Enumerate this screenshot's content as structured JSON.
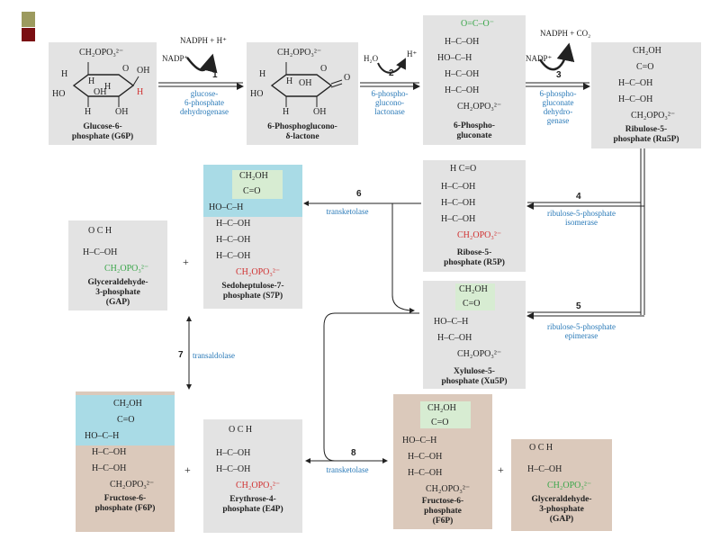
{
  "molecules": {
    "g6p": {
      "name": "Glucose-6-\nphosphate (G6P)",
      "atoms": [
        "CH₂OPO₃²⁻",
        "O",
        "H",
        "H",
        "OH",
        "H",
        "OH",
        "HO",
        "H",
        "OH",
        "H"
      ]
    },
    "lactone": {
      "name": "6-Phosphoglucono-\nδ-lactone",
      "atoms": [
        "CH₂OPO₃²⁻",
        "O",
        "O",
        "H",
        "OH",
        "H",
        "HO",
        "H",
        "OH"
      ]
    },
    "gluconate": {
      "name": "6-Phospho-\ngluconate",
      "lines": [
        "O=C–O⁻",
        "H–C–OH",
        "HO–C–H",
        "H–C–OH",
        "H–C–OH",
        "CH₂OPO₃²⁻"
      ]
    },
    "ru5p": {
      "name": "Ribulose-5-\nphosphate (Ru5P)",
      "lines": [
        "CH₂OH",
        "C=O",
        "H–C–OH",
        "H–C–OH",
        "CH₂OPO₃²⁻"
      ]
    },
    "r5p": {
      "name": "Ribose-5-\nphosphate (R5P)",
      "lines": [
        "H  C=O",
        "H–C–OH",
        "H–C–OH",
        "H–C–OH",
        "CH₂OPO₃²⁻"
      ]
    },
    "xu5p": {
      "name": "Xylulose-5-\nphosphate (Xu5P)",
      "lines": [
        "CH₂OH",
        "C=O",
        "HO–C–H",
        "H–C–OH",
        "CH₂OPO₃²⁻"
      ]
    },
    "s7p": {
      "name": "Sedoheptulose-7-\nphosphate (S7P)",
      "lines": [
        "CH₂OH",
        "C=O",
        "HO–C–H",
        "H–C–OH",
        "H–C–OH",
        "H–C–OH",
        "CH₂OPO₃²⁻"
      ]
    },
    "gap1": {
      "name": "Glyceraldehyde-\n3-phosphate\n(GAP)",
      "lines": [
        "O  C  H",
        "H–C–OH",
        "CH₂OPO₃²⁻"
      ]
    },
    "f6p1": {
      "name": "Fructose-6-\nphosphate (F6P)",
      "lines": [
        "CH₂OH",
        "C=O",
        "HO–C–H",
        "H–C–OH",
        "H–C–OH",
        "CH₂OPO₃²⁻"
      ]
    },
    "e4p": {
      "name": "Erythrose-4-\nphosphate (E4P)",
      "lines": [
        "O  C  H",
        "H–C–OH",
        "H–C–OH",
        "CH₂OPO₃²⁻"
      ]
    },
    "f6p2": {
      "name": "Fructose-6-\nphosphate\n(F6P)",
      "lines": [
        "CH₂OH",
        "C=O",
        "HO–C–H",
        "H–C–OH",
        "H–C–OH",
        "CH₂OPO₃²⁻"
      ]
    },
    "gap2": {
      "name": "Glyceraldehyde-\n3-phosphate\n(GAP)",
      "lines": [
        "O  C  H",
        "H–C–OH",
        "CH₂OPO₃²⁻"
      ]
    }
  },
  "steps": {
    "s1": {
      "num": "1",
      "enzyme": "glucose-\n6-phosphate\ndehydrogenase",
      "cof_in": "NADP⁺",
      "cof_out": "NADPH + H⁺"
    },
    "s2": {
      "num": "2",
      "enzyme": "6-phospho-\nglucono-\nlactonase",
      "cof_in": "H₂O",
      "cof_out": "H⁺"
    },
    "s3": {
      "num": "3",
      "enzyme": "6-phospho-\ngluconate\ndehydro-\ngenase",
      "cof_in": "NADP⁺",
      "cof_out": "NADPH + CO₂"
    },
    "s4": {
      "num": "4",
      "enzyme": "ribulose-5-phosphate\nisomerase"
    },
    "s5": {
      "num": "5",
      "enzyme": "ribulose-5-phosphate\nepimerase"
    },
    "s6": {
      "num": "6",
      "enzyme": "transketolase"
    },
    "s7": {
      "num": "7",
      "enzyme": "transaldolase"
    },
    "s8": {
      "num": "8",
      "enzyme": "transketolase"
    }
  },
  "plus": "+",
  "colors": {
    "gray_box": "#e3e3e3",
    "tan_box": "#dbc9bb",
    "blue_highlight": "#a9dbe6",
    "green_highlight": "#d7ecd2",
    "enzyme_text": "#2a7ab8",
    "red_atom": "#d03030",
    "green_atom": "#3aa64a",
    "bullet_olive": "#9c9a5e",
    "bullet_maroon": "#7a0e12"
  }
}
